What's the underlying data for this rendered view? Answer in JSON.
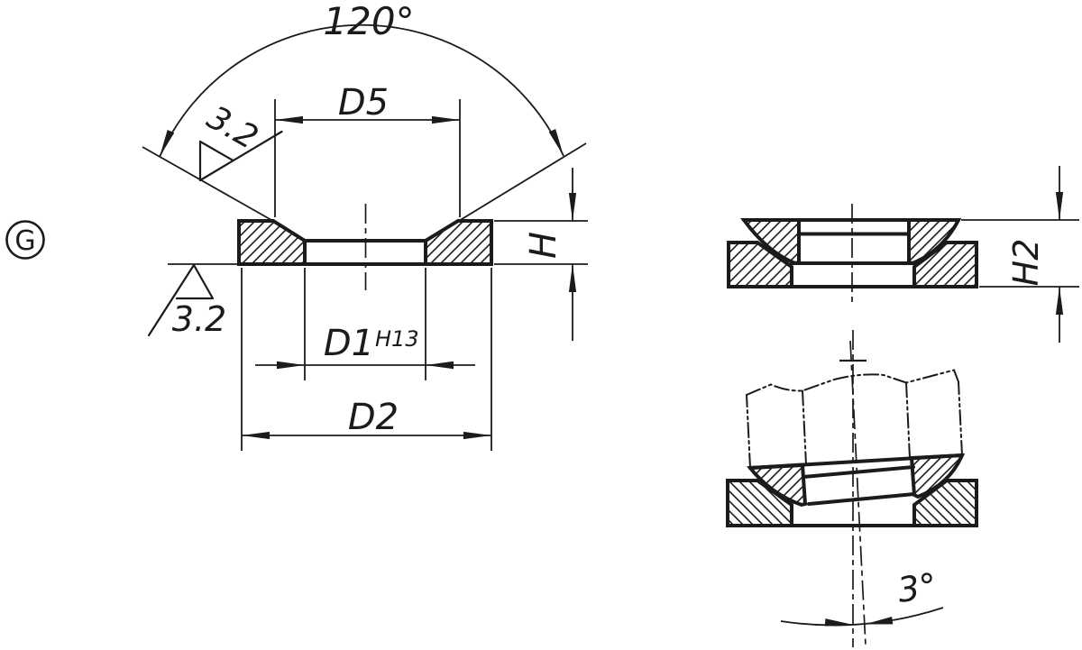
{
  "drawing": {
    "view_label": "G",
    "cone_angle": "120°",
    "labels": {
      "d5": "D5",
      "d1": "D1",
      "d1_tolerance": "H13",
      "d2": "D2",
      "height": "H",
      "assembly_height": "H2",
      "tilt_angle": "3°",
      "roughness_top": "3.2",
      "roughness_bottom": "3.2"
    },
    "colors": {
      "line": "#1b1b1b",
      "background": "#ffffff"
    }
  }
}
